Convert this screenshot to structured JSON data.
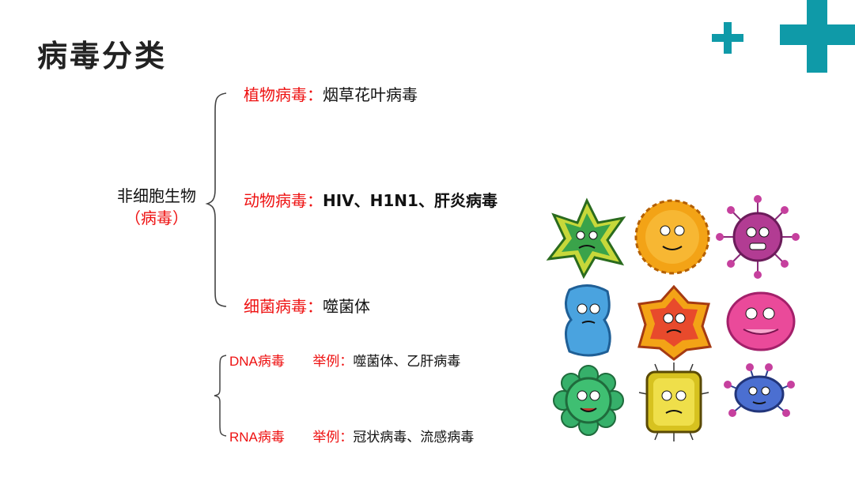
{
  "title": "病毒分类",
  "root": {
    "label": "非细胞生物",
    "sub": "（病毒）"
  },
  "by_host": [
    {
      "name": "植物病毒：",
      "example": "烟草花叶病毒"
    },
    {
      "name": "动物病毒：",
      "example": "HIV、H1N1、肝炎病毒"
    },
    {
      "name": "细菌病毒：",
      "example": "噬菌体"
    }
  ],
  "by_nucleic_acid": [
    {
      "name": "DNA病毒",
      "label": "举例：",
      "example": "噬菌体、乙肝病毒"
    },
    {
      "name": "RNA病毒",
      "label": "举例：",
      "example": "冠状病毒、流感病毒"
    }
  ],
  "colors": {
    "accent": "#0f9aa8",
    "highlight": "#e11111",
    "text": "#111111"
  },
  "illustrations": [
    "virus-green-star",
    "virus-orange-sun",
    "virus-purple-spiky",
    "virus-blue-blob",
    "virus-red-star",
    "virus-pink-round",
    "virus-green-flower",
    "virus-yellow-square",
    "virus-blue-small"
  ]
}
